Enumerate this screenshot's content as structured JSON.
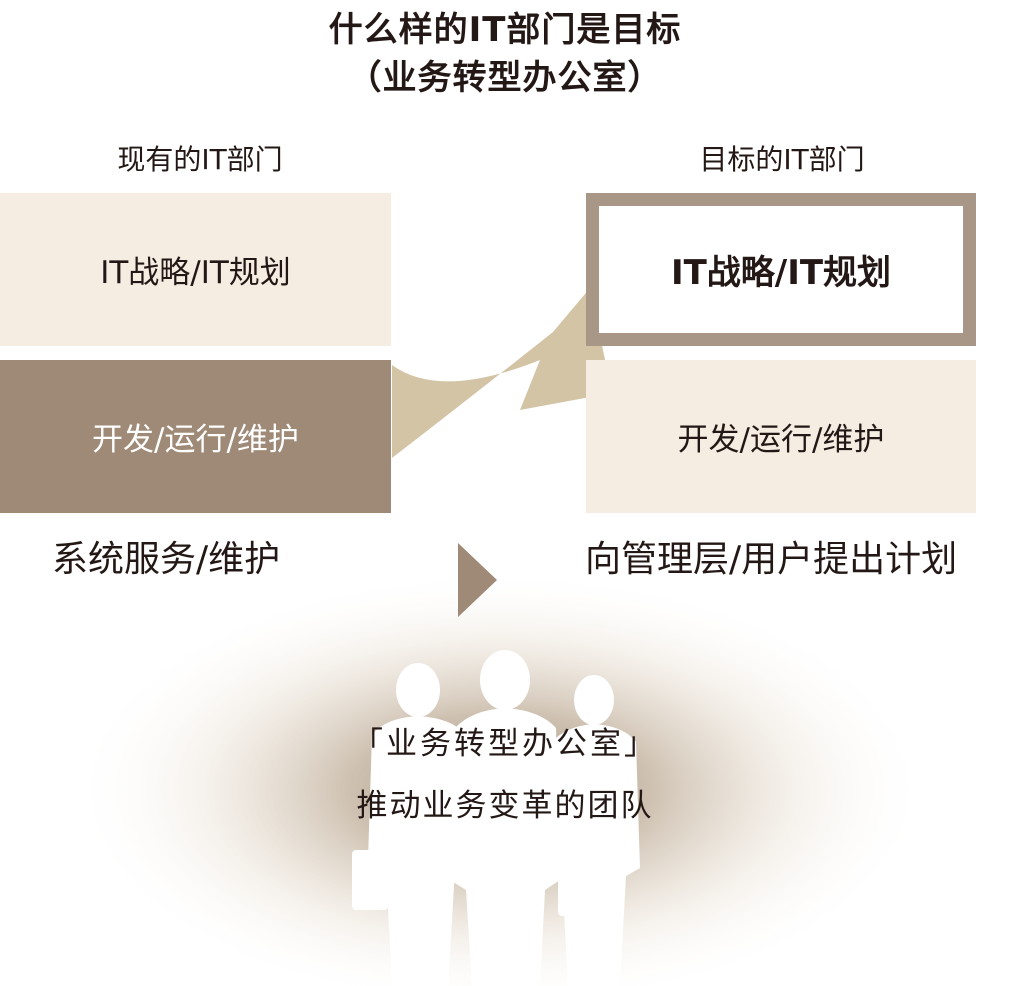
{
  "title": {
    "line1": "什么样的IT部门是目标",
    "line2": "（业务转型办公室）"
  },
  "current": {
    "label": "现有的IT部门",
    "top_box": "IT战略/IT规划",
    "bottom_box": "开发/运行/维护",
    "caption": "系统服务/维护"
  },
  "target": {
    "label": "目标的IT部门",
    "top_box": "IT战略/IT规划",
    "bottom_box": "开发/运行/维护",
    "caption": "向管理层/用户提出计划"
  },
  "team": {
    "line1": "「业务转型办公室」",
    "line2": "推动业务变革的团队"
  },
  "colors": {
    "light_beige": "#f5ece2",
    "dark_taupe": "#9e8a76",
    "arrow_tan": "#d3c4a6",
    "frame_taupe": "#a89786",
    "triangle": "#9e8a76",
    "glow": "#c9b8a2"
  },
  "icons": {
    "big_arrow": "curved-arrow-icon",
    "pointer": "triangle-right-icon",
    "people": "businesspeople-silhouette-icon"
  }
}
